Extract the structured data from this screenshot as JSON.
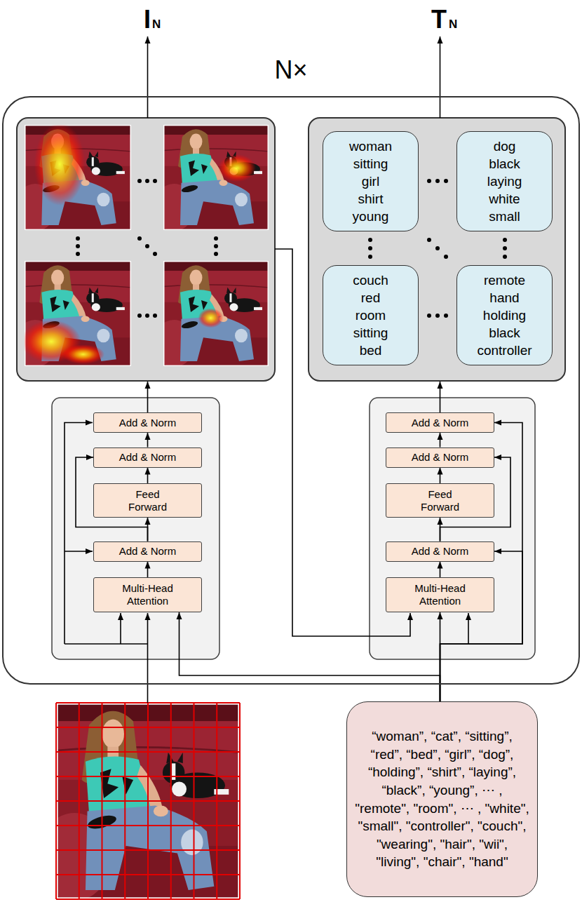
{
  "diagram": {
    "nodes": [
      {
        "text": [
          "N×"
        ]
      },
      {
        "text": [
          "woman sitting girl shirt young"
        ],
        "in": 0
      },
      {
        "text": [
          "dog black laying white small"
        ],
        "in": 0
      },
      {
        "text": [
          "couch red room sitting bed"
        ],
        "in": 0
      },
      {
        "text": [
          "remote hand holding black controller"
        ],
        "in": 0
      },
      {
        "text": [
          "Add & Norm"
        ],
        "in": 0
      },
      {
        "text": [
          "Add & Norm"
        ],
        "in": 0
      },
      {
        "text": [
          "Feed Forward"
        ],
        "in": 0
      },
      {
        "text": [
          "Add & Norm"
        ],
        "in": 0
      },
      {
        "text": [
          "Multi-Head Attention"
        ],
        "in": 0
      },
      {
        "text": [
          "Add & Norm"
        ],
        "in": 0
      },
      {
        "text": [
          "Add & Norm"
        ],
        "in": 0
      },
      {
        "text": [
          "Feed Forward"
        ],
        "in": 0
      },
      {
        "text": [
          "Add & Norm"
        ],
        "in": 0
      },
      {
        "text": [
          "Multi-Head Attention"
        ],
        "in": 0
      },
      {
        "text": [
          "“woman”, “cat”, “sitting”, “red”, “bed”, “girl”, “dog”, “holding”, “shirt”, “laying”, “black”, “young”, ⋯ , \"remote\", \"room\", ⋯ , \"white\", \"small\", \"controller\", \"couch\", \"wearing\", \"hair\", \"wii\", \"living\", \"chair\", \"hand\""
        ]
      }
    ],
    "edges": [
      {
        "from": 9,
        "to": 8,
        "arrow": "to"
      },
      {
        "from": 8,
        "to": 7,
        "arrow": "to"
      },
      {
        "from": 7,
        "to": 6,
        "arrow": "to"
      },
      {
        "from": 6,
        "to": 5,
        "arrow": "to"
      },
      {
        "from": 8,
        "to": 6,
        "arrow": "to"
      },
      {
        "from": 14,
        "to": 13,
        "arrow": "to"
      },
      {
        "from": 13,
        "to": 12,
        "arrow": "to"
      },
      {
        "from": 12,
        "to": 11,
        "arrow": "to"
      },
      {
        "from": 11,
        "to": 10,
        "arrow": "to"
      },
      {
        "from": 13,
        "to": 11,
        "arrow": "to"
      },
      {
        "from": 15,
        "to": 14,
        "arrow": "to"
      },
      {
        "from": 15,
        "to": 9,
        "arrow": "to"
      },
      {
        "from": 15,
        "to": 13,
        "arrow": "to"
      },
      {
        "from": 15,
        "to": 10,
        "arrow": "to"
      }
    ],
    "labels": [
      "I",
      "N",
      "T",
      "N"
    ]
  }
}
